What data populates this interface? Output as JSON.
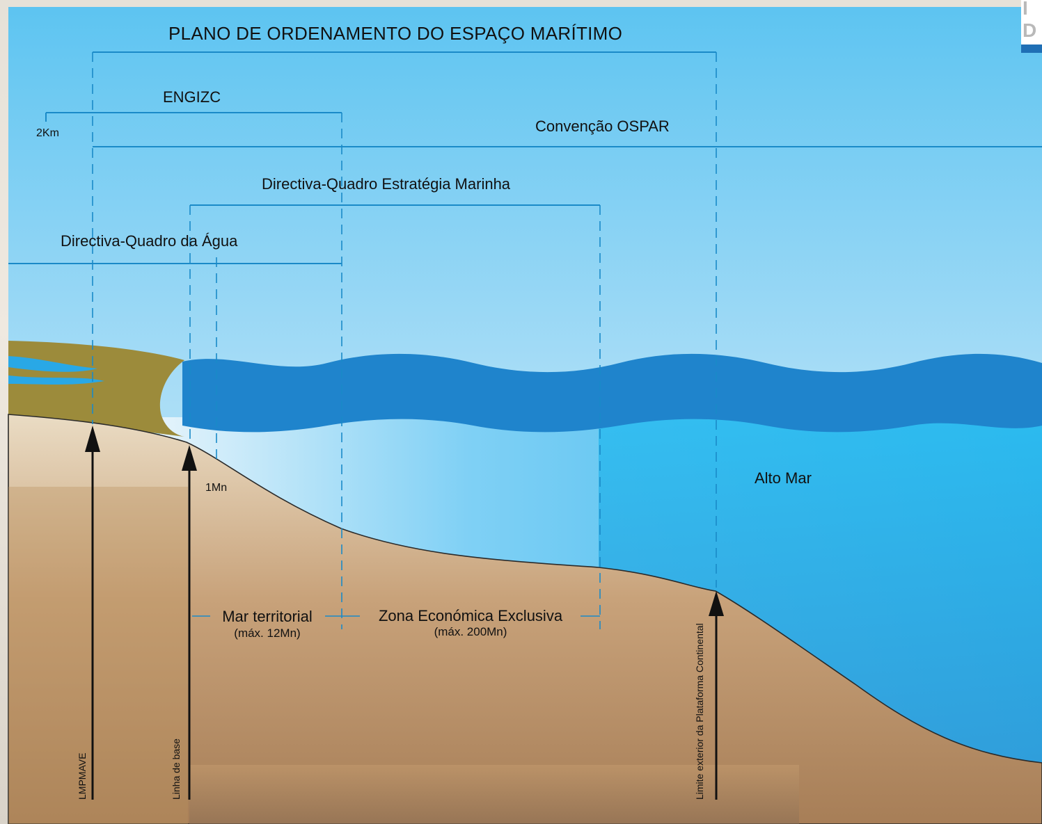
{
  "title": "PLANO DE ORDENAMENTO DO ESPAÇO MARÍTIMO",
  "frameworks": {
    "engizc": "ENGIZC",
    "ospar": "Convenção OSPAR",
    "marine_strategy": "Directiva-Quadro Estratégia Marinha",
    "water_framework": "Directiva-Quadro da Água"
  },
  "distances": {
    "km2": "2Km",
    "mn1": "1Mn"
  },
  "zones": {
    "territorial_sea": "Mar territorial",
    "territorial_sea_limit": "(máx. 12Mn)",
    "eez": "Zona Económica Exclusiva",
    "eez_limit": "(máx. 200Mn)",
    "high_sea": "Alto Mar"
  },
  "markers": {
    "lmpmave": "LMPMAVE",
    "baseline": "Linha de base",
    "shelf_limit": "Limite exterior da Plataforma Continental"
  },
  "colors": {
    "sky_top": "#5ec6f2",
    "sky_bottom": "#d6eefb",
    "sea_surface": "#1b84cc",
    "sea_deep": "#2aa6e6",
    "land": "#9b8a3c",
    "seabed": "#c2996b",
    "lines": "#1d8cc8"
  }
}
